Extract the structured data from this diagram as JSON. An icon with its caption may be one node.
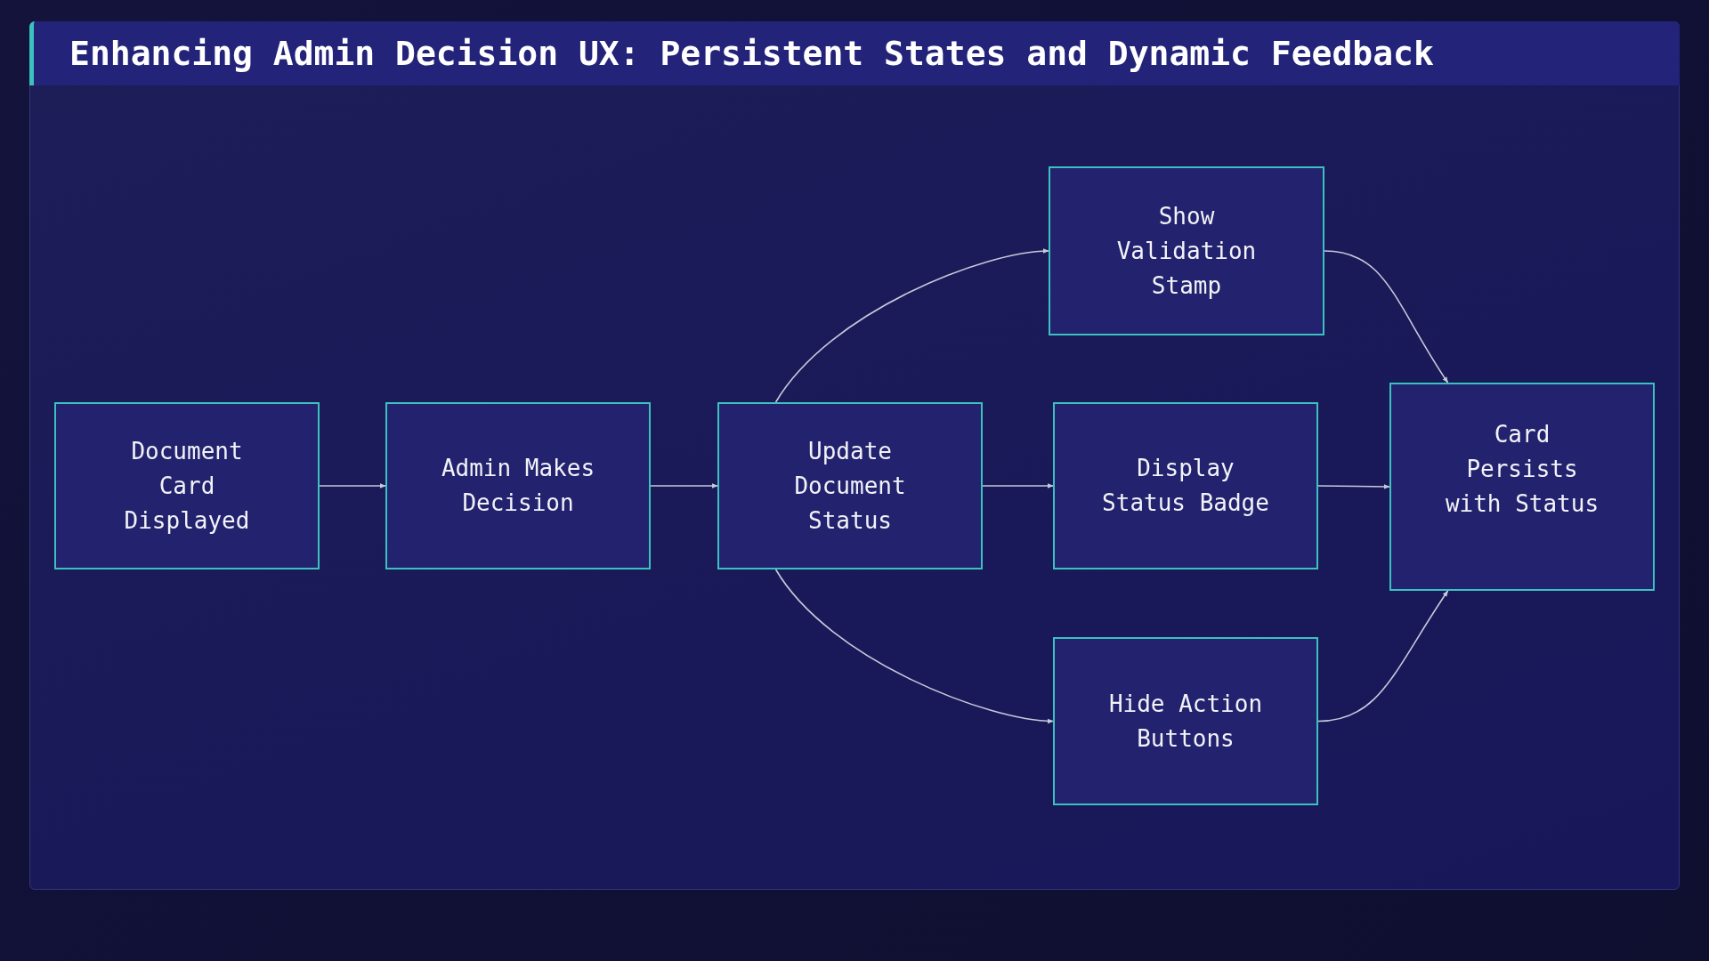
{
  "diagram": {
    "title": "Enhancing Admin Decision UX: Persistent States and Dynamic Feedback",
    "nodes": [
      {
        "text": [
          "Document Card Displayed"
        ]
      },
      {
        "text": [
          "Admin Makes Decision"
        ]
      },
      {
        "text": [
          "Update Document Status"
        ]
      },
      {
        "text": [
          "Show Validation Stamp"
        ]
      },
      {
        "text": [
          "Display Status Badge"
        ]
      },
      {
        "text": [
          "Hide Action Buttons"
        ]
      },
      {
        "text": [
          "Card Persists with Status"
        ]
      }
    ],
    "edges": [
      {
        "from": 0,
        "to": 1,
        "arrow": "to"
      },
      {
        "from": 1,
        "to": 2,
        "arrow": "to"
      },
      {
        "from": 2,
        "to": 3,
        "arrow": "to"
      },
      {
        "from": 2,
        "to": 4,
        "arrow": "to"
      },
      {
        "from": 2,
        "to": 5,
        "arrow": "to"
      },
      {
        "from": 3,
        "to": 6,
        "arrow": "to"
      },
      {
        "from": 4,
        "to": 6,
        "arrow": "to"
      },
      {
        "from": 5,
        "to": 6,
        "arrow": "to"
      }
    ]
  }
}
